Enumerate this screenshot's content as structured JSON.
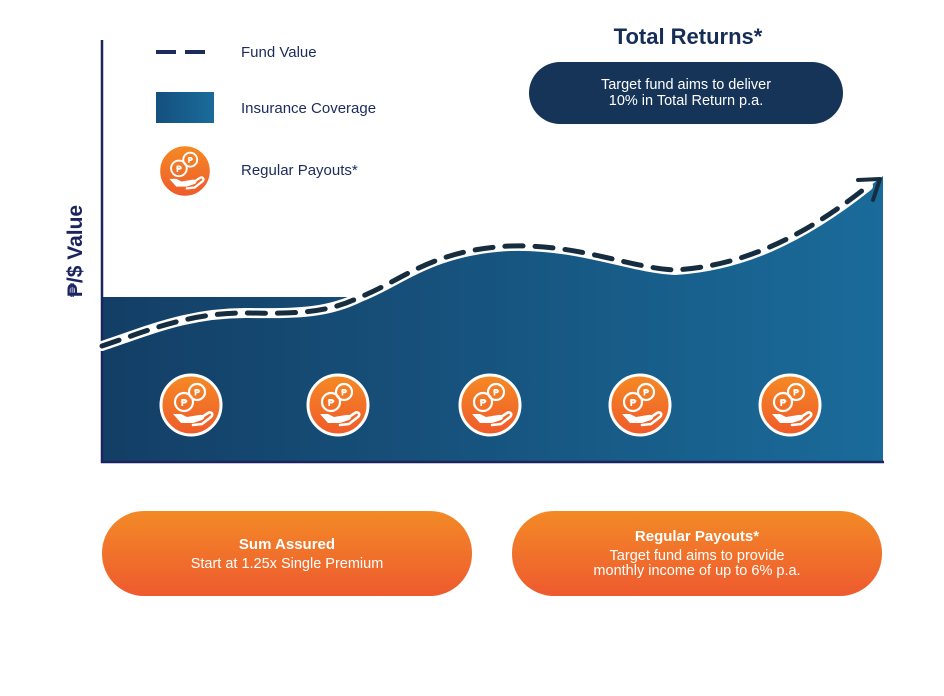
{
  "title": "Total Returns*",
  "total_returns_note": {
    "line1": "Target fund aims to deliver",
    "line2": "10% in Total Return p.a."
  },
  "y_axis_label": "₱/$ Value",
  "legend": {
    "fund_value": "Fund Value",
    "insurance_coverage": "Insurance Coverage",
    "regular_payouts": "Regular Payouts*"
  },
  "payout_icon": {
    "name": "hand-with-peso-coins-icon",
    "coin_symbol": "₱",
    "count_on_chart": 5
  },
  "sum_assured": {
    "title": "Sum Assured",
    "text": "Start at 1.25x Single Premium"
  },
  "regular_payouts_box": {
    "title": "Regular Payouts*",
    "line1": "Target fund aims to provide",
    "line2": "monthly income of up to 6% p.a."
  },
  "colors": {
    "navy": "#163457",
    "coverage_dark": "#133e65",
    "coverage_light": "#1a6b9a",
    "orange_top": "#f38a26",
    "orange_bottom": "#ee5a2f",
    "text": "#1c2b5c"
  }
}
